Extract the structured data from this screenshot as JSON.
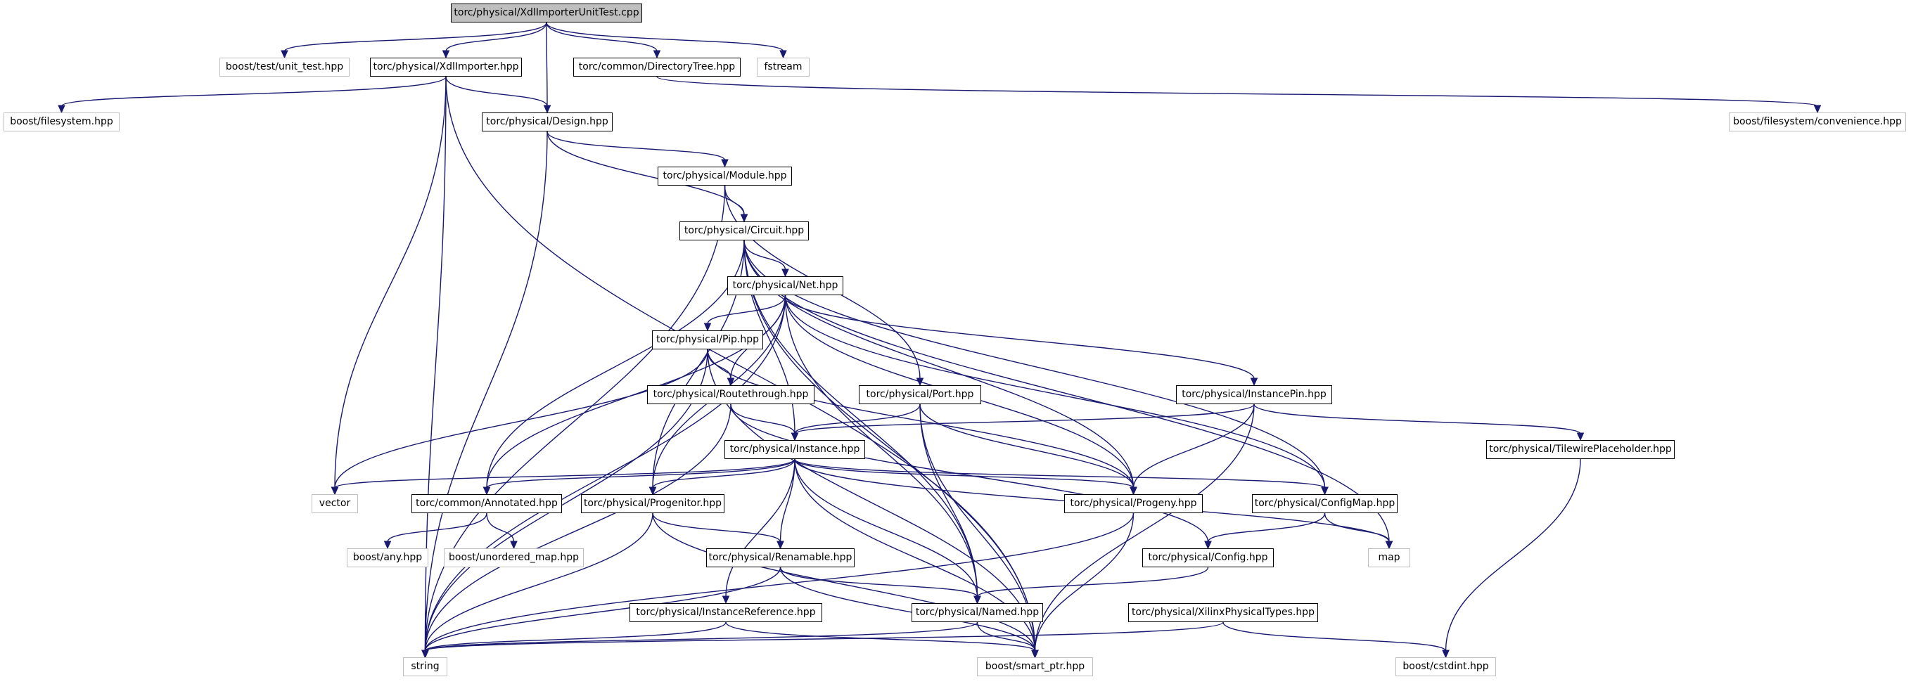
{
  "diagram": {
    "nodes": [
      {
        "id": "root",
        "label": "torc/physical/XdlImporterUnitTest.cpp",
        "kind": "root"
      },
      {
        "id": "unit_test",
        "label": "boost/test/unit_test.hpp",
        "kind": "ext"
      },
      {
        "id": "xdlimp",
        "label": "torc/physical/XdlImporter.hpp",
        "kind": "proj"
      },
      {
        "id": "dirtree",
        "label": "torc/common/DirectoryTree.hpp",
        "kind": "proj"
      },
      {
        "id": "fstream",
        "label": "fstream",
        "kind": "ext"
      },
      {
        "id": "bfs",
        "label": "boost/filesystem.hpp",
        "kind": "ext"
      },
      {
        "id": "design",
        "label": "torc/physical/Design.hpp",
        "kind": "proj"
      },
      {
        "id": "bfsconv",
        "label": "boost/filesystem/convenience.hpp",
        "kind": "ext"
      },
      {
        "id": "module",
        "label": "torc/physical/Module.hpp",
        "kind": "proj"
      },
      {
        "id": "circuit",
        "label": "torc/physical/Circuit.hpp",
        "kind": "proj"
      },
      {
        "id": "net",
        "label": "torc/physical/Net.hpp",
        "kind": "proj"
      },
      {
        "id": "pip",
        "label": "torc/physical/Pip.hpp",
        "kind": "proj"
      },
      {
        "id": "routethrough",
        "label": "torc/physical/Routethrough.hpp",
        "kind": "proj"
      },
      {
        "id": "port",
        "label": "torc/physical/Port.hpp",
        "kind": "proj"
      },
      {
        "id": "instpin",
        "label": "torc/physical/InstancePin.hpp",
        "kind": "proj"
      },
      {
        "id": "instance",
        "label": "torc/physical/Instance.hpp",
        "kind": "proj"
      },
      {
        "id": "tileph",
        "label": "torc/physical/TilewirePlaceholder.hpp",
        "kind": "proj"
      },
      {
        "id": "vector",
        "label": "vector",
        "kind": "ext"
      },
      {
        "id": "annotated",
        "label": "torc/common/Annotated.hpp",
        "kind": "proj"
      },
      {
        "id": "progenitor",
        "label": "torc/physical/Progenitor.hpp",
        "kind": "proj"
      },
      {
        "id": "progeny",
        "label": "torc/physical/Progeny.hpp",
        "kind": "proj"
      },
      {
        "id": "configmap",
        "label": "torc/physical/ConfigMap.hpp",
        "kind": "proj"
      },
      {
        "id": "boostany",
        "label": "boost/any.hpp",
        "kind": "ext"
      },
      {
        "id": "unordmap",
        "label": "boost/unordered_map.hpp",
        "kind": "ext"
      },
      {
        "id": "renamable",
        "label": "torc/physical/Renamable.hpp",
        "kind": "proj"
      },
      {
        "id": "config",
        "label": "torc/physical/Config.hpp",
        "kind": "proj"
      },
      {
        "id": "map",
        "label": "map",
        "kind": "ext"
      },
      {
        "id": "instref",
        "label": "torc/physical/InstanceReference.hpp",
        "kind": "proj"
      },
      {
        "id": "named",
        "label": "torc/physical/Named.hpp",
        "kind": "proj"
      },
      {
        "id": "xilinxtypes",
        "label": "torc/physical/XilinxPhysicalTypes.hpp",
        "kind": "proj"
      },
      {
        "id": "string",
        "label": "string",
        "kind": "ext"
      },
      {
        "id": "smartptr",
        "label": "boost/smart_ptr.hpp",
        "kind": "ext"
      },
      {
        "id": "cstdint",
        "label": "boost/cstdint.hpp",
        "kind": "ext"
      }
    ],
    "edges": [
      [
        "root",
        "unit_test"
      ],
      [
        "root",
        "xdlimp"
      ],
      [
        "root",
        "design"
      ],
      [
        "root",
        "dirtree"
      ],
      [
        "root",
        "fstream"
      ],
      [
        "xdlimp",
        "bfs"
      ],
      [
        "xdlimp",
        "design"
      ],
      [
        "xdlimp",
        "vector"
      ],
      [
        "xdlimp",
        "string"
      ],
      [
        "xdlimp",
        "smartptr"
      ],
      [
        "dirtree",
        "bfsconv"
      ],
      [
        "design",
        "module"
      ],
      [
        "design",
        "circuit"
      ],
      [
        "design",
        "string"
      ],
      [
        "module",
        "circuit"
      ],
      [
        "module",
        "port"
      ],
      [
        "module",
        "string"
      ],
      [
        "circuit",
        "net"
      ],
      [
        "circuit",
        "instance"
      ],
      [
        "circuit",
        "annotated"
      ],
      [
        "circuit",
        "progenitor"
      ],
      [
        "circuit",
        "progeny"
      ],
      [
        "circuit",
        "configmap"
      ],
      [
        "circuit",
        "named"
      ],
      [
        "circuit",
        "map"
      ],
      [
        "circuit",
        "smartptr"
      ],
      [
        "net",
        "pip"
      ],
      [
        "net",
        "routethrough"
      ],
      [
        "net",
        "instpin"
      ],
      [
        "net",
        "progenitor"
      ],
      [
        "net",
        "progeny"
      ],
      [
        "net",
        "annotated"
      ],
      [
        "net",
        "named"
      ],
      [
        "net",
        "configmap"
      ],
      [
        "net",
        "string"
      ],
      [
        "pip",
        "routethrough"
      ],
      [
        "pip",
        "vector"
      ],
      [
        "pip",
        "string"
      ],
      [
        "pip",
        "progeny"
      ],
      [
        "pip",
        "smartptr"
      ],
      [
        "routethrough",
        "instance"
      ],
      [
        "routethrough",
        "string"
      ],
      [
        "routethrough",
        "config"
      ],
      [
        "port",
        "instance"
      ],
      [
        "port",
        "progeny"
      ],
      [
        "port",
        "named"
      ],
      [
        "port",
        "smartptr"
      ],
      [
        "instpin",
        "instance"
      ],
      [
        "instpin",
        "progeny"
      ],
      [
        "instpin",
        "tileph"
      ],
      [
        "instpin",
        "smartptr"
      ],
      [
        "instance",
        "vector"
      ],
      [
        "instance",
        "annotated"
      ],
      [
        "instance",
        "progenitor"
      ],
      [
        "instance",
        "progeny"
      ],
      [
        "instance",
        "configmap"
      ],
      [
        "instance",
        "renamable"
      ],
      [
        "instance",
        "instref"
      ],
      [
        "instance",
        "named"
      ],
      [
        "instance",
        "map"
      ],
      [
        "instance",
        "smartptr"
      ],
      [
        "tileph",
        "cstdint"
      ],
      [
        "annotated",
        "boostany"
      ],
      [
        "annotated",
        "unordmap"
      ],
      [
        "progenitor",
        "renamable"
      ],
      [
        "progenitor",
        "string"
      ],
      [
        "progenitor",
        "smartptr"
      ],
      [
        "progeny",
        "string"
      ],
      [
        "progeny",
        "smartptr"
      ],
      [
        "configmap",
        "config"
      ],
      [
        "configmap",
        "map"
      ],
      [
        "renamable",
        "named"
      ],
      [
        "renamable",
        "string"
      ],
      [
        "renamable",
        "smartptr"
      ],
      [
        "config",
        "named"
      ],
      [
        "instref",
        "string"
      ],
      [
        "instref",
        "smartptr"
      ],
      [
        "named",
        "string"
      ],
      [
        "named",
        "smartptr"
      ],
      [
        "xilinxtypes",
        "string"
      ],
      [
        "xilinxtypes",
        "cstdint"
      ]
    ]
  }
}
